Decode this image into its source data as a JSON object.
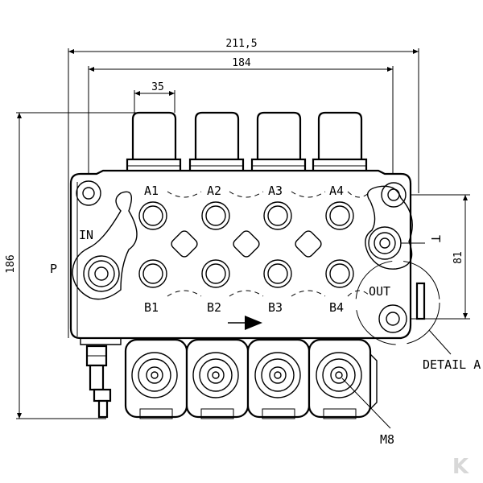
{
  "dimensions": {
    "overall_width": "211,5",
    "body_width": "184",
    "cap_width": "35",
    "overall_height": "186",
    "port_spacing": "81"
  },
  "ports": {
    "a": [
      "A1",
      "A2",
      "A3",
      "A4"
    ],
    "b": [
      "B1",
      "B2",
      "B3",
      "B4"
    ],
    "inlet": "IN",
    "outlet": "OUT",
    "pressure": "P",
    "tank": "T"
  },
  "callouts": {
    "detail": "DETAIL A",
    "thread": "M8"
  },
  "watermark": "K"
}
